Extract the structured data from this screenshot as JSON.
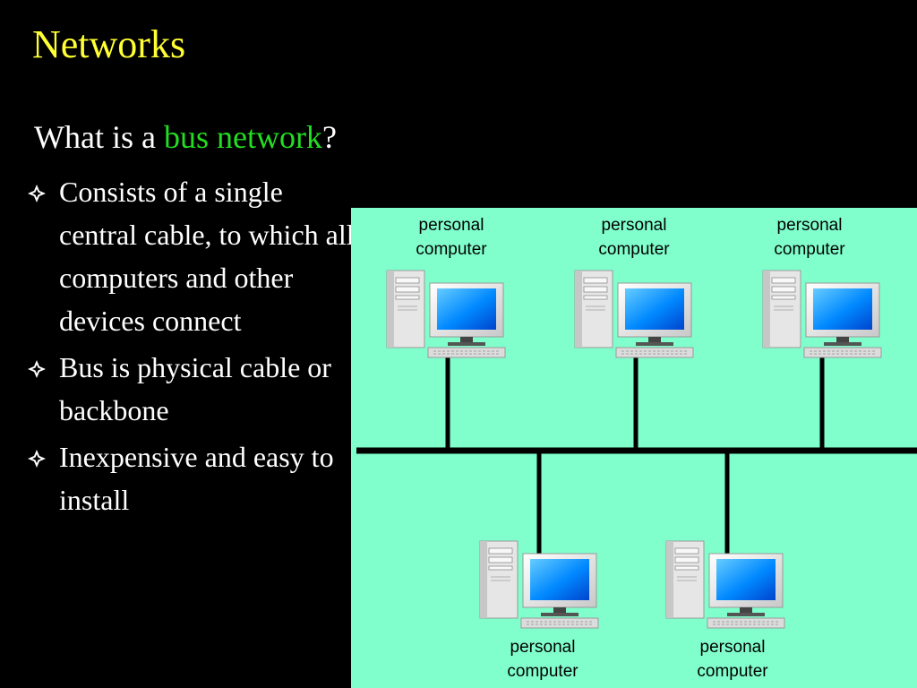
{
  "title": "Networks",
  "subtitle": {
    "prefix": "What is a ",
    "highlight": "bus network",
    "suffix": "?"
  },
  "bullets": [
    {
      "text": "Consists of a single central cable, to which all computers and other devices connect",
      "icon": "diamond-bullet-icon"
    },
    {
      "text": "Bus is physical cable or backbone",
      "icon": "diamond-bullet-icon"
    },
    {
      "text": "Inexpensive and easy to install",
      "icon": "diamond-bullet-icon"
    }
  ],
  "diagram": {
    "background": "#80ffcc",
    "cable_color": "#000000",
    "computers": [
      {
        "line1": "personal",
        "line2": "computer"
      },
      {
        "line1": "personal",
        "line2": "computer"
      },
      {
        "line1": "personal",
        "line2": "computer"
      },
      {
        "line1": "personal",
        "line2": "computer"
      },
      {
        "line1": "personal",
        "line2": "computer"
      }
    ]
  },
  "colors": {
    "background": "#000000",
    "title": "#ffff33",
    "highlight": "#22dd22",
    "text": "#ffffff",
    "bullet": "#ffffff"
  }
}
